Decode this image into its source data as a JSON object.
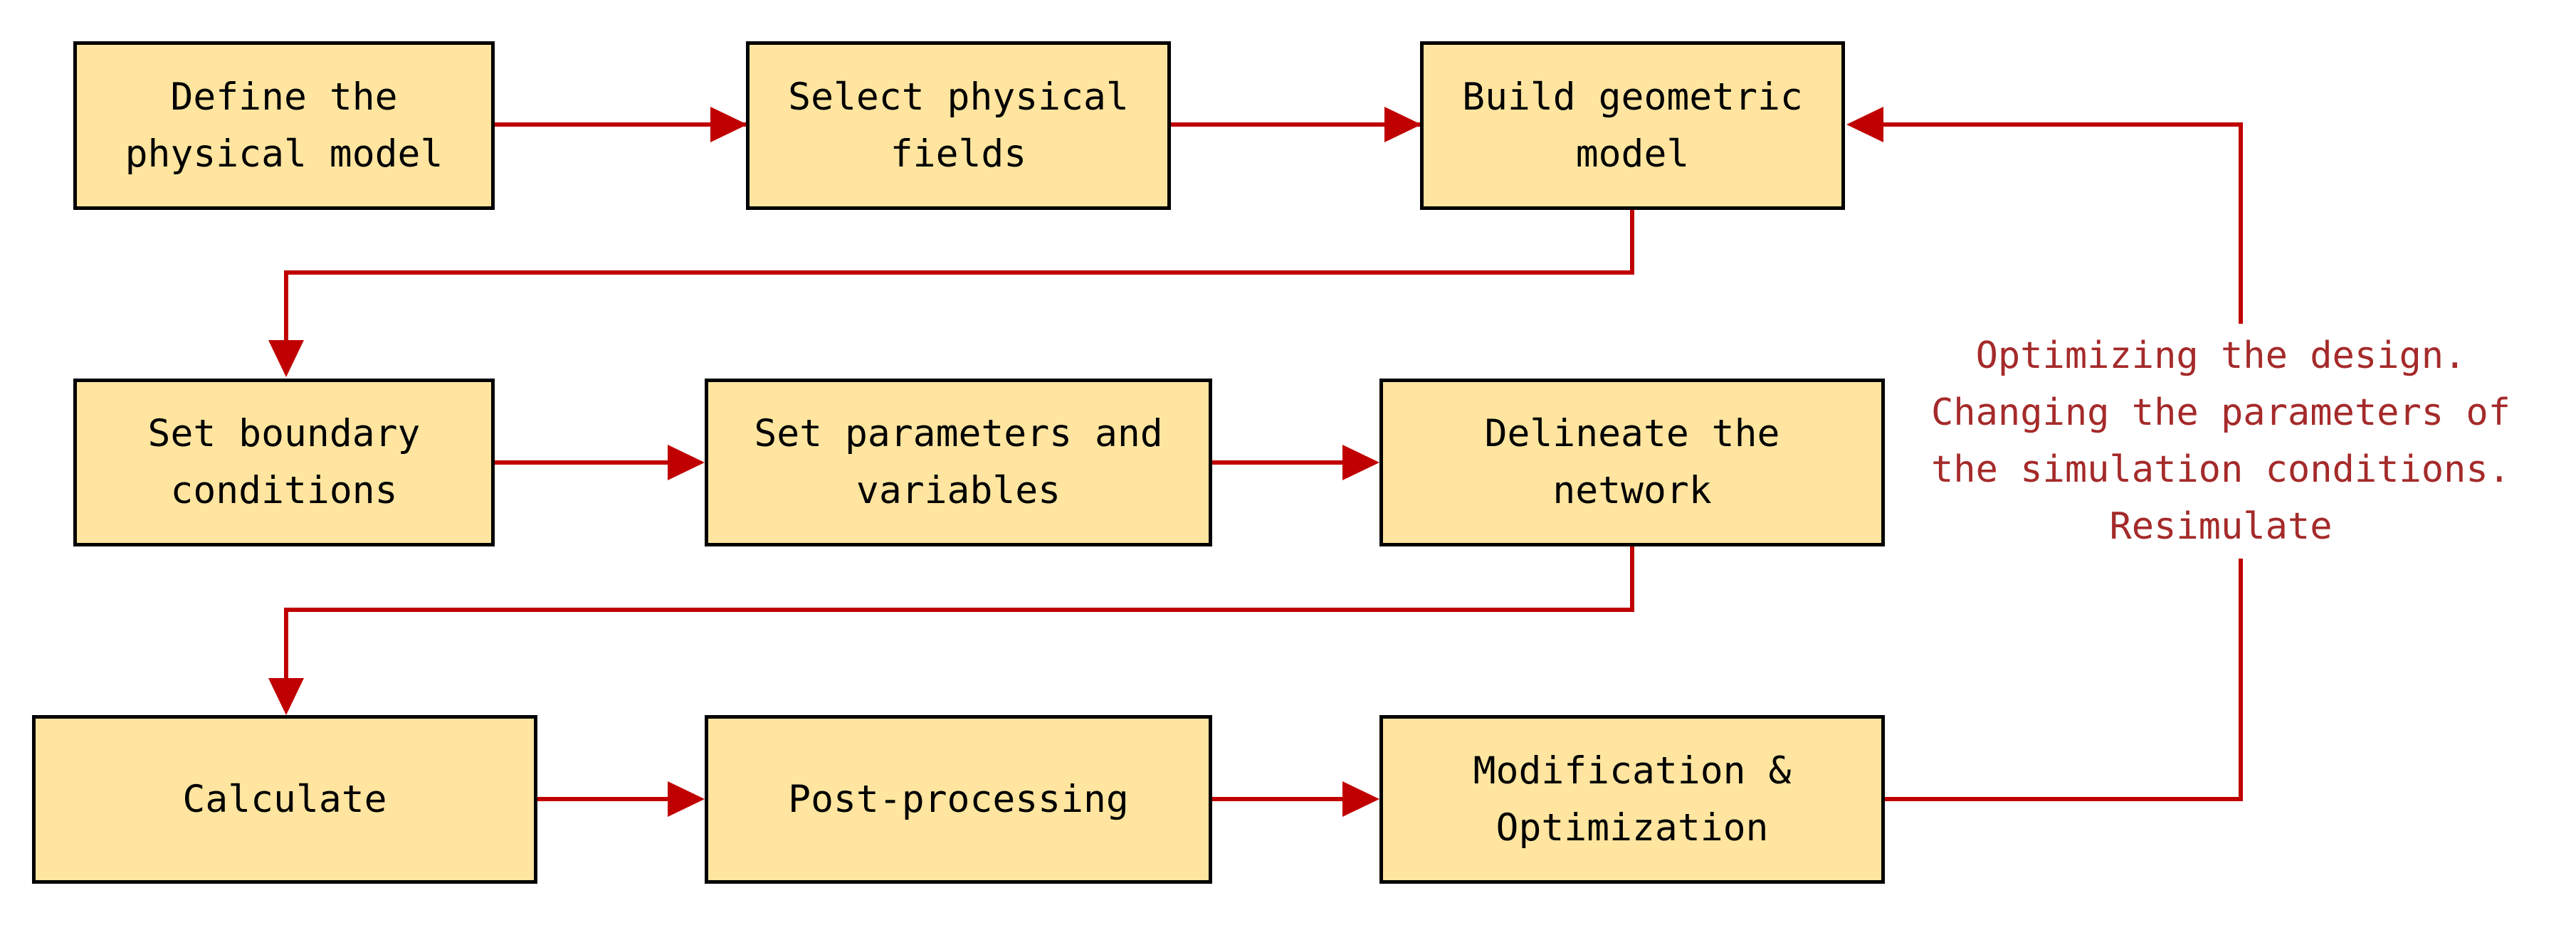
{
  "colors": {
    "box_fill": "#FFE59F",
    "box_border": "#000000",
    "arrow": "#C00000",
    "note_text": "#A52A2A"
  },
  "steps": [
    {
      "id": "define-physical-model",
      "lines": [
        "Define the",
        "physical model"
      ]
    },
    {
      "id": "select-physical-fields",
      "lines": [
        "Select physical",
        "fields"
      ]
    },
    {
      "id": "build-geometric-model",
      "lines": [
        "Build geometric",
        "model"
      ]
    },
    {
      "id": "set-boundary-conditions",
      "lines": [
        "Set boundary",
        "conditions"
      ]
    },
    {
      "id": "set-parameters-variables",
      "lines": [
        "Set parameters and",
        "variables"
      ]
    },
    {
      "id": "delineate-network",
      "lines": [
        "Delineate the",
        "network"
      ]
    },
    {
      "id": "calculate",
      "lines": [
        "Calculate"
      ]
    },
    {
      "id": "post-processing",
      "lines": [
        "Post-processing"
      ]
    },
    {
      "id": "modification-optimization",
      "lines": [
        "Modification &",
        "Optimization"
      ]
    }
  ],
  "feedback_note": {
    "lines": [
      "Optimizing the design.",
      "Changing the parameters of",
      "the simulation conditions.",
      "Resimulate"
    ]
  }
}
